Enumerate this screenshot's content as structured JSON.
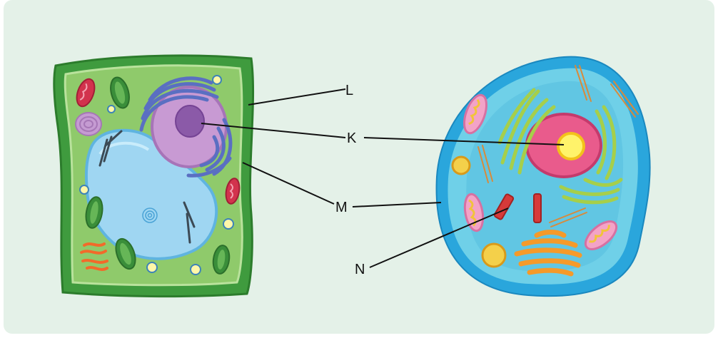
{
  "labels": {
    "L": "L",
    "K": "K",
    "M": "M",
    "N": "N"
  },
  "colors": {
    "background": "#e4f1e8",
    "plant_wall": "#3a9a3c",
    "plant_cytoplasm": "#8dc86a",
    "vacuole": "#9fd6f2",
    "plant_nucleus": "#c89ad3",
    "animal_membrane": "#2aa6dc",
    "animal_cytoplasm": "#5fc6e4",
    "animal_nucleus": "#e95b8c",
    "golgi": "#f59a2a",
    "label_line": "#111111"
  }
}
